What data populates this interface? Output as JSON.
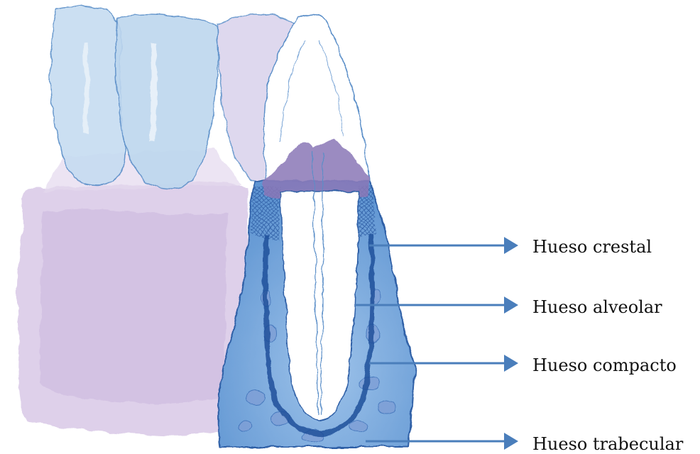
{
  "labels": {
    "crestal": "Hueso crestal",
    "alveolar": "Hueso alveolar",
    "compacto": "Hueso compacto",
    "trabecular": "Hueso trabecular"
  },
  "colors": {
    "arrow": "#4A7EBB",
    "tooth_outline": "#5a8ec8",
    "tooth_fill": "#bcd6ee",
    "gum": "#cdb9dc",
    "bone_dark": "#3a6db6",
    "bone_light": "#8fb7e2",
    "enamel_purple": "#8f7bb8"
  }
}
